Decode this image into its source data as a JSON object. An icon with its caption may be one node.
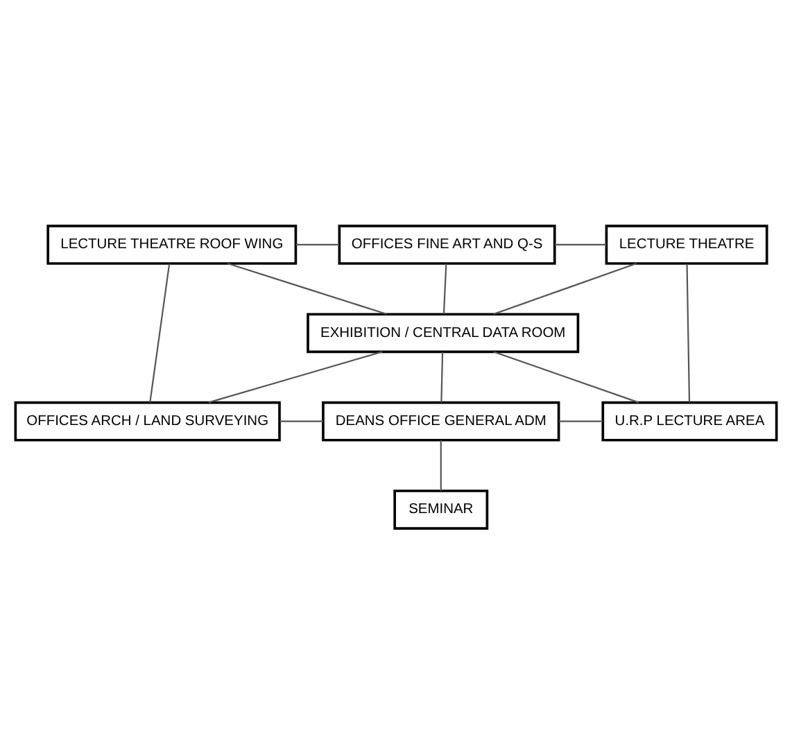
{
  "diagram": {
    "nodes": [
      {
        "text": [
          "LECTURE THEATRE ROOF WING"
        ]
      },
      {
        "text": [
          "OFFICES FINE ART AND Q-S"
        ]
      },
      {
        "text": [
          "LECTURE THEATRE"
        ]
      },
      {
        "text": [
          "EXHIBITION / CENTRAL DATA ROOM"
        ]
      },
      {
        "text": [
          "OFFICES ARCH / LAND SURVEYING"
        ]
      },
      {
        "text": [
          "DEANS OFFICE GENERAL ADM"
        ]
      },
      {
        "text": [
          "U.R.P LECTURE AREA"
        ]
      },
      {
        "text": [
          "SEMINAR"
        ]
      }
    ],
    "edges": [
      {
        "from": 0,
        "to": 1,
        "arrow": "none"
      },
      {
        "from": 1,
        "to": 2,
        "arrow": "none"
      },
      {
        "from": 0,
        "to": 4,
        "arrow": "none"
      },
      {
        "from": 0,
        "to": 3,
        "arrow": "none"
      },
      {
        "from": 4,
        "to": 3,
        "arrow": "none"
      },
      {
        "from": 1,
        "to": 3,
        "arrow": "none"
      },
      {
        "from": 2,
        "to": 6,
        "arrow": "none"
      },
      {
        "from": 3,
        "to": 2,
        "arrow": "none"
      },
      {
        "from": 3,
        "to": 6,
        "arrow": "none"
      },
      {
        "from": 3,
        "to": 5,
        "arrow": "none"
      },
      {
        "from": 4,
        "to": 5,
        "arrow": "none"
      },
      {
        "from": 5,
        "to": 6,
        "arrow": "none"
      },
      {
        "from": 5,
        "to": 7,
        "arrow": "none"
      }
    ]
  }
}
